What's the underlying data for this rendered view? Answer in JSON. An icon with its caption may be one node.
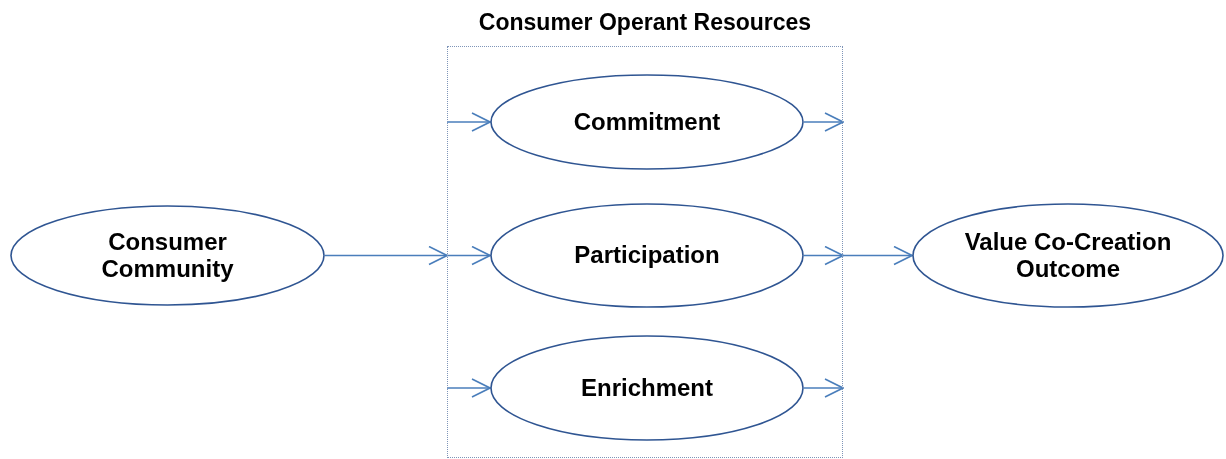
{
  "diagram": {
    "nodes": [
      {
        "text": [
          "Consumer Operant Resources"
        ]
      },
      {
        "text": [
          "Consumer Community"
        ]
      },
      {
        "text": [
          "Commitment"
        ],
        "in": 0
      },
      {
        "text": [
          "Participation"
        ],
        "in": 0
      },
      {
        "text": [
          "Enrichment"
        ],
        "in": 0
      },
      {
        "text": [
          "Value Co-Creation Outcome"
        ]
      }
    ],
    "edges": [
      {
        "from": 1,
        "to": 0,
        "arrow": "to"
      },
      {
        "from": 0,
        "to": 2,
        "arrow": "to"
      },
      {
        "from": 0,
        "to": 3,
        "arrow": "to"
      },
      {
        "from": 0,
        "to": 4,
        "arrow": "to"
      },
      {
        "from": 2,
        "to": 0,
        "arrow": "to"
      },
      {
        "from": 3,
        "to": 0,
        "arrow": "to"
      },
      {
        "from": 4,
        "to": 0,
        "arrow": "to"
      },
      {
        "from": 0,
        "to": 5,
        "arrow": "to"
      }
    ]
  }
}
